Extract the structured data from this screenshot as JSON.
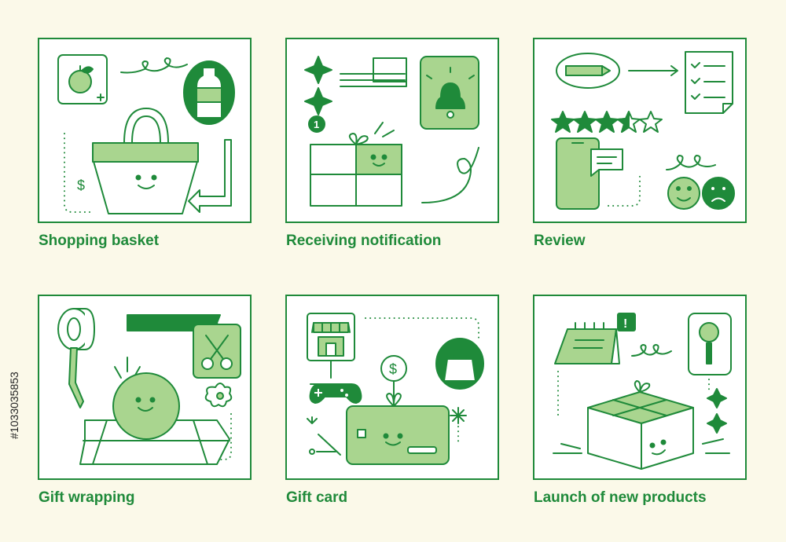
{
  "cards": [
    {
      "caption": "Shopping basket",
      "icon_basket_dollar": "$"
    },
    {
      "caption": "Receiving notification",
      "badge": "1"
    },
    {
      "caption": "Review"
    },
    {
      "caption": "Gift wrapping"
    },
    {
      "caption": "Gift card",
      "icon_coin": "$"
    },
    {
      "caption": "Launch of new products",
      "alert": "!"
    }
  ],
  "watermark_id": "#1033035853",
  "colors": {
    "green": "#1f8a3a",
    "light_green": "#a9d58f",
    "background": "#fbf9e9"
  }
}
